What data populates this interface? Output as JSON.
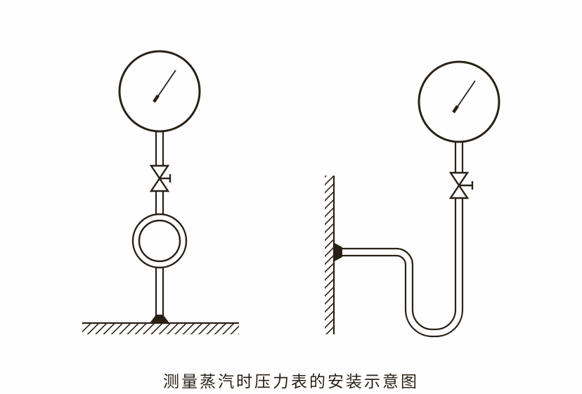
{
  "caption": "测量蒸汽时压力表的安装示意图",
  "colors": {
    "line": "#2a2116",
    "background": "#fefefe"
  },
  "figures": [
    {
      "id": "left",
      "mounting": "horizontal-pipe",
      "parts": [
        "pressure-gauge",
        "needle-valve",
        "coil-siphon",
        "pipe-wall"
      ]
    },
    {
      "id": "right",
      "mounting": "vertical-wall",
      "parts": [
        "pressure-gauge",
        "needle-valve",
        "u-tube-siphon",
        "wall"
      ]
    }
  ]
}
